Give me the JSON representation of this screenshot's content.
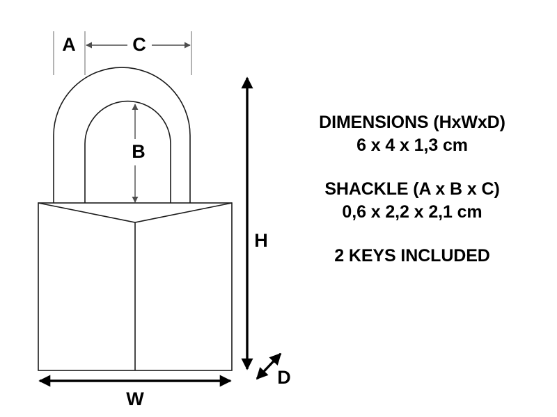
{
  "diagram": {
    "title": "Padlock dimensions diagram",
    "product": "padlock",
    "line_color": "#1a1a1a",
    "dimension_color": "#000000",
    "background": "#ffffff"
  },
  "dimension_labels": {
    "a": "A",
    "b": "B",
    "c": "C",
    "h": "H",
    "w": "W",
    "d": "D"
  },
  "specs": [
    {
      "heading": "DIMENSIONS (HxWxD)",
      "value": "6 x 4 x 1,3 cm"
    },
    {
      "heading": "SHACKLE (A x B x C)",
      "value": "0,6 x 2,2 x 2,1 cm"
    }
  ],
  "note": "2 KEYS INCLUDED",
  "chart_data": {
    "type": "table",
    "title": "Padlock dimensions",
    "categories": [
      "H",
      "W",
      "D",
      "A",
      "B",
      "C"
    ],
    "values": [
      6,
      4,
      1.3,
      0.6,
      2.2,
      2.1
    ],
    "unit": "cm",
    "series": [
      {
        "name": "DIMENSIONS (HxWxD)",
        "labels": [
          "H",
          "W",
          "D"
        ],
        "values": [
          6,
          4,
          1.3
        ],
        "text": "6 x 4 x 1,3 cm"
      },
      {
        "name": "SHACKLE (A x B x C)",
        "labels": [
          "A",
          "B",
          "C"
        ],
        "values": [
          0.6,
          2.2,
          2.1
        ],
        "text": "0,6 x 2,2 x 2,1 cm"
      }
    ],
    "annotations": [
      "2 KEYS INCLUDED"
    ],
    "xlabel": "",
    "ylabel": "",
    "grid": false,
    "legend": "none"
  }
}
